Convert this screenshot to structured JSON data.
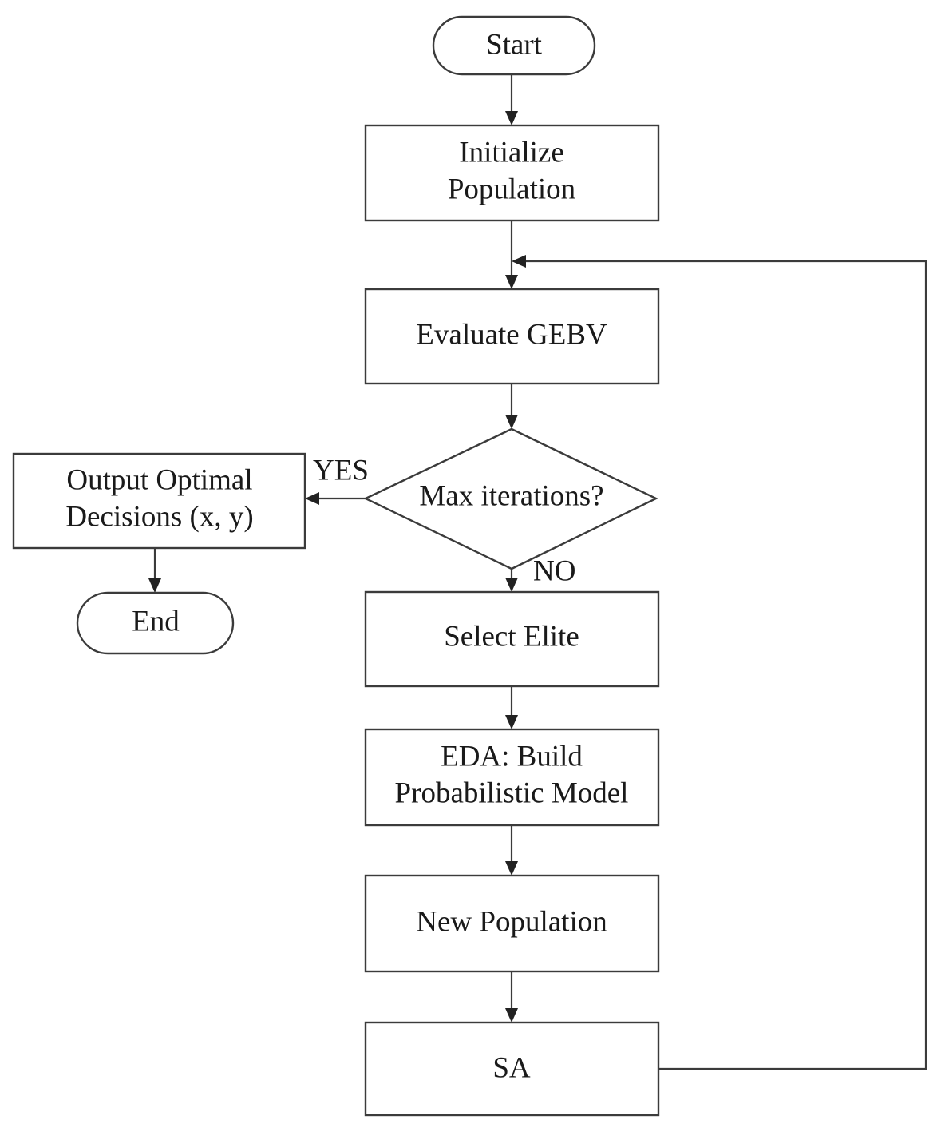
{
  "diagram": {
    "title": "EDA-SA genomic selection optimization flowchart",
    "type": "flowchart",
    "background_color": "#ffffff",
    "stroke_color": "#3b3b3b",
    "text_color": "#1a1a1a",
    "nodes": [
      {
        "id": "start",
        "shape": "terminator",
        "lines": [
          "Start"
        ]
      },
      {
        "id": "init",
        "shape": "process",
        "lines": [
          "Initialize",
          "Population"
        ]
      },
      {
        "id": "evaluate",
        "shape": "process",
        "lines": [
          "Evaluate GEBV"
        ]
      },
      {
        "id": "decision",
        "shape": "decision",
        "lines": [
          "Max iterations?"
        ]
      },
      {
        "id": "output",
        "shape": "process",
        "lines": [
          "Output Optimal",
          "Decisions (x, y)"
        ]
      },
      {
        "id": "end",
        "shape": "terminator",
        "lines": [
          "End"
        ]
      },
      {
        "id": "elite",
        "shape": "process",
        "lines": [
          "Select Elite"
        ]
      },
      {
        "id": "eda",
        "shape": "process",
        "lines": [
          "EDA: Build",
          "Probabilistic Model"
        ]
      },
      {
        "id": "newpop",
        "shape": "process",
        "lines": [
          "New Population"
        ]
      },
      {
        "id": "sa",
        "shape": "process",
        "lines": [
          "SA"
        ]
      }
    ],
    "edges": [
      {
        "from": "start",
        "to": "init",
        "label": ""
      },
      {
        "from": "init",
        "to": "evaluate",
        "label": ""
      },
      {
        "from": "evaluate",
        "to": "decision",
        "label": ""
      },
      {
        "from": "decision",
        "to": "output",
        "label": "YES"
      },
      {
        "from": "decision",
        "to": "elite",
        "label": "NO"
      },
      {
        "from": "output",
        "to": "end",
        "label": ""
      },
      {
        "from": "elite",
        "to": "eda",
        "label": ""
      },
      {
        "from": "eda",
        "to": "newpop",
        "label": ""
      },
      {
        "from": "newpop",
        "to": "sa",
        "label": ""
      },
      {
        "from": "sa",
        "to": "evaluate",
        "label": ""
      }
    ],
    "labels": {
      "yes": "YES",
      "no": "NO"
    },
    "node_text": {
      "start": "Start",
      "init_line1": "Initialize",
      "init_line2": "Population",
      "evaluate": "Evaluate GEBV",
      "decision": "Max iterations?",
      "output_line1": "Output Optimal",
      "output_line2": "Decisions (x, y)",
      "end": "End",
      "elite": "Select Elite",
      "eda_line1": "EDA: Build",
      "eda_line2": "Probabilistic Model",
      "newpop": "New Population",
      "sa": "SA"
    }
  }
}
